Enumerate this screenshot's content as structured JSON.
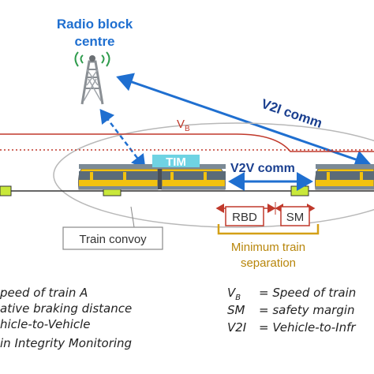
{
  "rbc": {
    "line1": "Radio block",
    "line2": "centre"
  },
  "v2i": {
    "label": "V2I comm"
  },
  "vb": {
    "main": "V",
    "sub": "B"
  },
  "tim": {
    "label": "TIM"
  },
  "v2v": {
    "label": "V2V comm"
  },
  "rbd": {
    "label": "RBD"
  },
  "sm": {
    "label": "SM"
  },
  "min_sep": {
    "line1": "Minimum train",
    "line2": "separation"
  },
  "convoy": {
    "label": "Train convoy"
  },
  "legend_left": [
    "peed of train A",
    "ative braking distance",
    "hicle-to-Vehicle",
    "in Integrity Monitoring"
  ],
  "legend_right": {
    "vb_main": "V",
    "vb_sub": "B",
    "vb_def": "= Speed of train",
    "sm_abbr": "SM",
    "sm_def": "= safety margin",
    "v2i_abbr": "V2I",
    "v2i_def": "= Vehicle-to-Infr"
  },
  "colors": {
    "blue": "#1f6fd0",
    "red": "#c0392b",
    "amber": "#d4a017",
    "train_yellow": "#f2c20f",
    "train_gray": "#7b8a96",
    "tim_cyan": "#6fd3e3",
    "balise_green": "#c9e83a"
  }
}
